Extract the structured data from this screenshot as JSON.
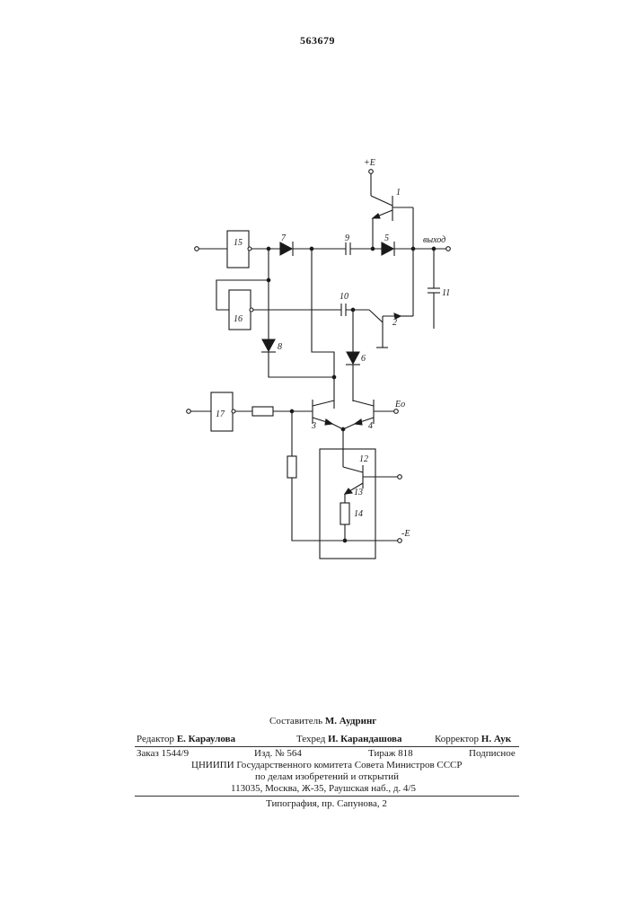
{
  "document": {
    "page_number": "563679"
  },
  "schematic": {
    "supply_positive": "+E",
    "supply_negative": "-E",
    "bias_supply": "Eo",
    "output_label": "выход",
    "labels": {
      "t1": "1",
      "t2": "2",
      "t3": "3",
      "t4": "4",
      "d5": "5",
      "d6": "6",
      "d7": "7",
      "d8": "8",
      "c9": "9",
      "c10": "10",
      "c11": "11",
      "t12": "12",
      "t13": "13",
      "r14": "14",
      "b15": "15",
      "b16": "16",
      "b17": "17"
    }
  },
  "colophon": {
    "compiler_role": "Составитель",
    "compiler_name": "М. Аудринг",
    "editor_role": "Редактор",
    "editor_name": "Е. Караулова",
    "techred_role": "Техред",
    "techred_name": "И. Карандашова",
    "corrector_role": "Корректор",
    "corrector_name": "Н. Аук",
    "order": "Заказ 1544/9",
    "edition": "Изд. № 564",
    "print_run": "Тираж 818",
    "subscription": "Подписное",
    "org_line1": "ЦНИИПИ Государственного комитета Совета Министров СССР",
    "org_line2": "по делам изобретений и открытий",
    "org_line3": "113035, Москва, Ж-35, Раушская наб., д. 4/5",
    "printer": "Типография, пр. Сапунова, 2"
  }
}
